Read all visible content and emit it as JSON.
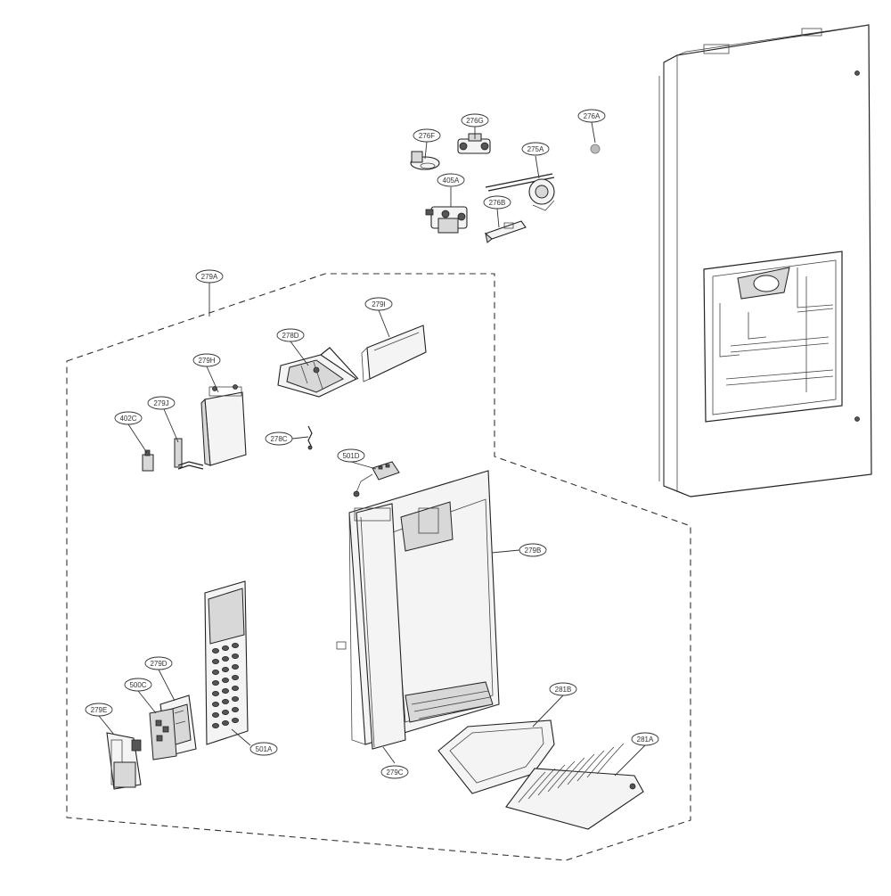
{
  "diagram": {
    "callouts": [
      {
        "id": "c-276g",
        "label": "276G"
      },
      {
        "id": "c-276a",
        "label": "276A"
      },
      {
        "id": "c-276f",
        "label": "276F"
      },
      {
        "id": "c-275a",
        "label": "275A"
      },
      {
        "id": "c-405a",
        "label": "405A"
      },
      {
        "id": "c-276b",
        "label": "276B"
      },
      {
        "id": "c-279a",
        "label": "279A"
      },
      {
        "id": "c-279i",
        "label": "279I"
      },
      {
        "id": "c-278d",
        "label": "278D"
      },
      {
        "id": "c-279h",
        "label": "279H"
      },
      {
        "id": "c-279j",
        "label": "279J"
      },
      {
        "id": "c-402c",
        "label": "402C"
      },
      {
        "id": "c-278c",
        "label": "278C"
      },
      {
        "id": "c-501d",
        "label": "501D"
      },
      {
        "id": "c-279b",
        "label": "279B"
      },
      {
        "id": "c-279d",
        "label": "279D"
      },
      {
        "id": "c-500c",
        "label": "500C"
      },
      {
        "id": "c-279e",
        "label": "279E"
      },
      {
        "id": "c-501a",
        "label": "501A"
      },
      {
        "id": "c-279c",
        "label": "279C"
      },
      {
        "id": "c-281b",
        "label": "281B"
      },
      {
        "id": "c-281a",
        "label": "281A"
      }
    ]
  }
}
